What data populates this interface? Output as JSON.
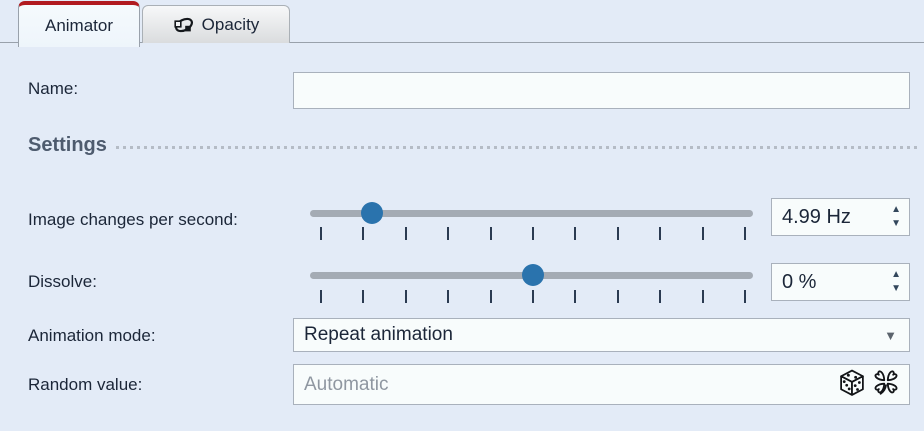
{
  "tabs": [
    {
      "label": "Animator",
      "active": true
    },
    {
      "label": "Opacity",
      "active": false,
      "icon": "opacity-loop-icon"
    }
  ],
  "name_row": {
    "label": "Name:",
    "value": ""
  },
  "settings": {
    "header": "Settings",
    "slider_tick_count": 11,
    "image_changes": {
      "label": "Image changes per second:",
      "value": "4.99 Hz",
      "slider_percent": 14.1
    },
    "dissolve": {
      "label": "Dissolve:",
      "value": "0 %",
      "slider_percent": 50.3
    },
    "animation_mode": {
      "label": "Animation mode:",
      "selected": "Repeat animation"
    },
    "random_value": {
      "label": "Random value:",
      "value": "",
      "placeholder": "Automatic"
    }
  },
  "icons": {
    "spin_up": "▲",
    "spin_down": "▼",
    "dropdown_arrow": "▼",
    "dice": "dice-icon",
    "clover": "clover-icon",
    "opacity_tab": "opacity-loop-icon"
  },
  "colors": {
    "background": "#e3ebf7",
    "tab_accent_red": "#b11b20",
    "slider_thumb_blue": "#2a73ad",
    "field_background": "#f8fcfc",
    "field_border": "#a9b1bc",
    "text": "#1b2638",
    "section_header_text": "#4e5b6e",
    "placeholder": "#8f97a1",
    "slider_track": "#a4abb4"
  }
}
